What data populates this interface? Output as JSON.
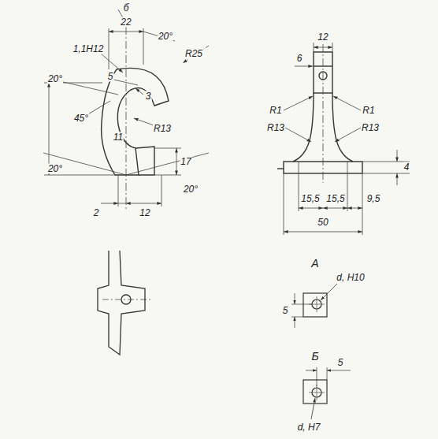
{
  "diagram": {
    "labels": [
      "б",
      "22",
      "20°",
      "1,1Н12",
      "5",
      "R25",
      "20°",
      "45°",
      "11",
      "R13",
      "17",
      "20°",
      "2",
      "12",
      "20°",
      "12",
      "6",
      "R1",
      "R1",
      "R13",
      "R13",
      "4",
      "15,5",
      "15,5",
      "9,5",
      "50",
      "А",
      "5",
      "d, H10",
      "Б",
      "5",
      "d, H7",
      "3"
    ]
  }
}
